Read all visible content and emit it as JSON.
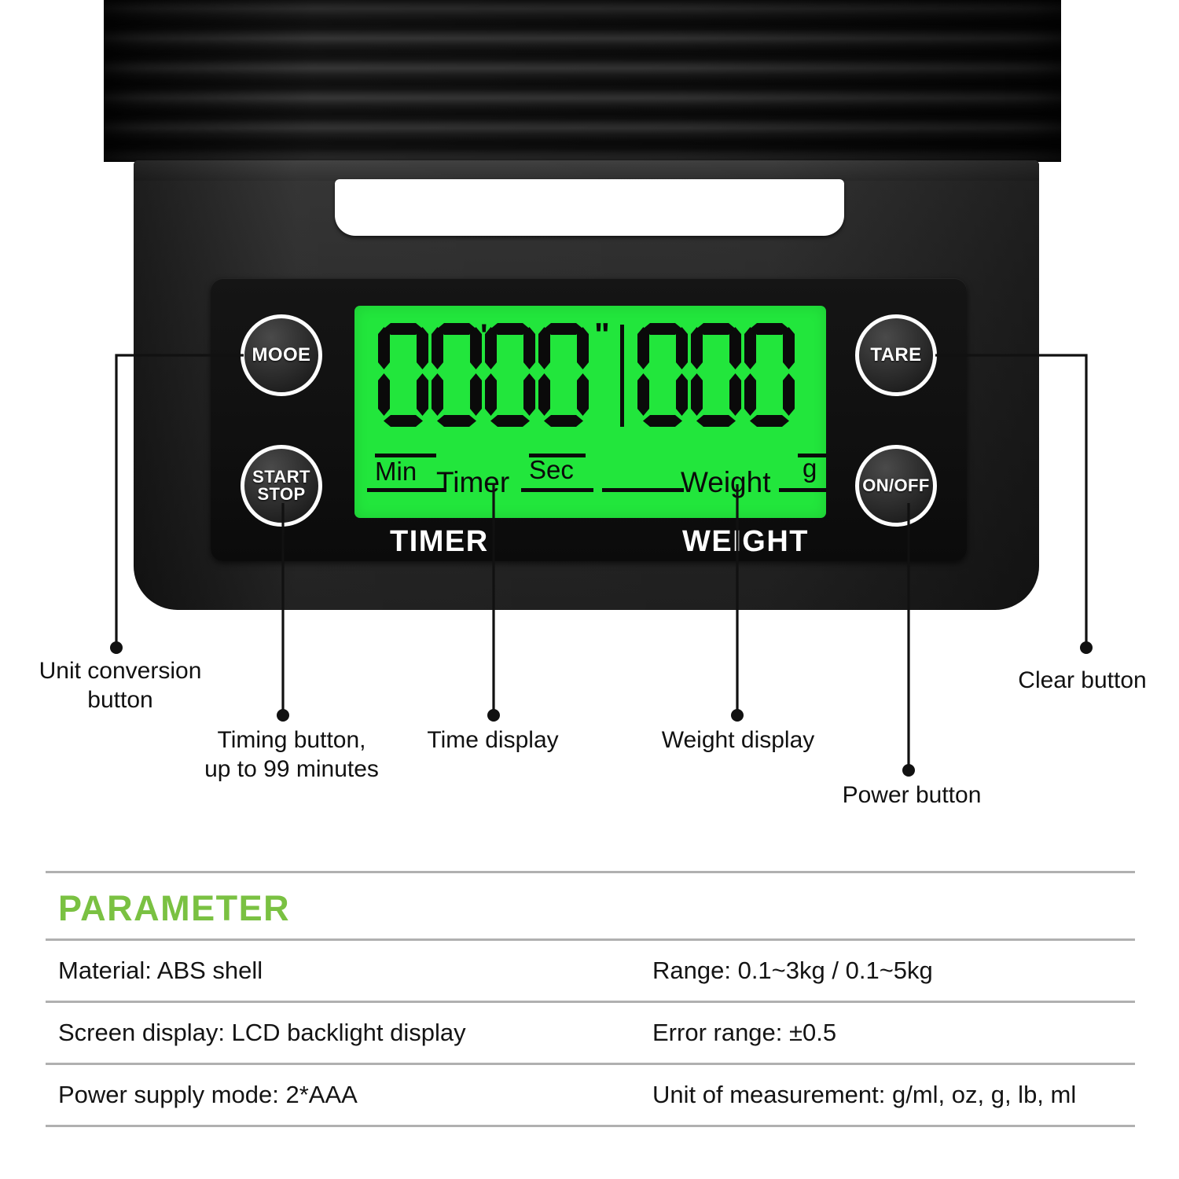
{
  "product": {
    "name": "digital-kitchen-scale-with-timer",
    "platform": {
      "label": "ridged-weighing-platform"
    },
    "handle": {
      "label": "carry-handle-cutout"
    },
    "buttons": [
      {
        "id": "mode",
        "label": "MOOE",
        "lines": [
          "MOOE"
        ]
      },
      {
        "id": "start",
        "label": "START STOP",
        "lines": [
          "START",
          "STOP"
        ]
      },
      {
        "id": "tare",
        "label": "TARE",
        "lines": [
          "TARE"
        ]
      },
      {
        "id": "onoff",
        "label": "ON/OFF",
        "lines": [
          "ON/OFF"
        ]
      }
    ],
    "lcd": {
      "backlight_color": "#22e63c",
      "segment_color": "#0a0a0a",
      "timer_value": "0000",
      "timer_display": "00'00\"",
      "weight_value": "000",
      "minute_tick": "'",
      "second_tick": "\"",
      "labels": {
        "min": "Min",
        "timer": "Timer",
        "sec": "Sec",
        "weight": "Weight",
        "unit": "g"
      }
    },
    "silkscreen": {
      "timer": "TIMER",
      "weight": "WEIGHT"
    }
  },
  "callouts": [
    {
      "id": "unit-conversion-button",
      "text": "Unit conversion\nbutton"
    },
    {
      "id": "timing-button",
      "text": "Timing button,\nup to 99 minutes"
    },
    {
      "id": "time-display",
      "text": "Time display"
    },
    {
      "id": "weight-display",
      "text": "Weight display"
    },
    {
      "id": "power-button",
      "text": "Power button"
    },
    {
      "id": "clear-button",
      "text": "Clear button"
    }
  ],
  "parameters": {
    "heading": "PARAMETER",
    "heading_color": "#7ac142",
    "rows": [
      {
        "left": "Material: ABS shell",
        "right": "Range: 0.1~3kg / 0.1~5kg"
      },
      {
        "left": "Screen display: LCD backlight display",
        "right": "Error range: ±0.5"
      },
      {
        "left": "Power supply mode: 2*AAA",
        "right": "Unit of measurement: g/ml, oz, g, lb, ml"
      }
    ]
  }
}
